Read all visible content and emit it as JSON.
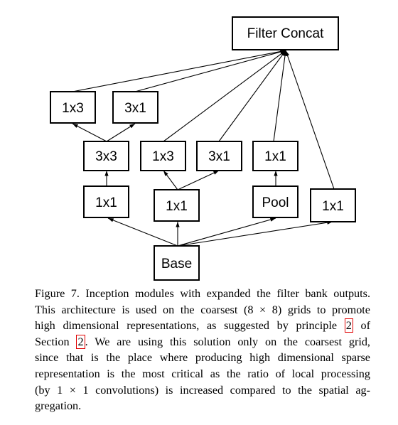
{
  "nodes": {
    "filter_concat": "Filter Concat",
    "conv_1x3_top": "1x3",
    "conv_3x1_top": "3x1",
    "conv_3x3": "3x3",
    "conv_1x3_mid": "1x3",
    "conv_3x1_mid": "3x1",
    "conv_1x1_after_pool": "1x1",
    "conv_1x1_a": "1x1",
    "conv_1x1_b": "1x1",
    "pool": "Pool",
    "conv_1x1_c": "1x1",
    "base": "Base"
  },
  "caption": {
    "l1": "Figure 7. Inception modules with expanded the filter bank outputs.",
    "l2": "This architecture is used on the coarsest (8 × 8) grids to promote",
    "l3a": "high dimensional representations, as suggested by principle ",
    "l3ref": "2",
    "l3b": " of",
    "l4a": "Section ",
    "l4ref": "2",
    "l4b": ".  We are using this solution only on the coarsest grid,",
    "l5": "since that is the place where producing high dimensional sparse",
    "l6": "representation is the most critical as the ratio of local processing",
    "l7": "(by 1 × 1 convolutions) is increased compared to the spatial ag-",
    "l8": "gregation."
  },
  "colors": {
    "box_stroke": "#000000",
    "reference_box": "#e00000"
  }
}
